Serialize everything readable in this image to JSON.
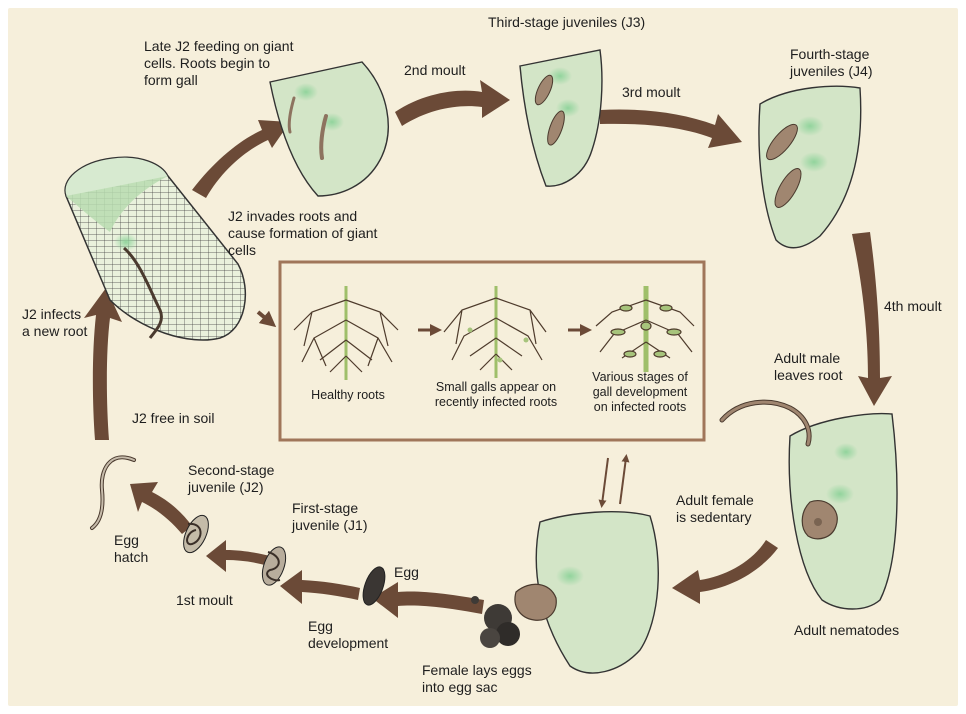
{
  "labels": {
    "late_j2": "Late J2 feeding on giant\ncells. Roots begin to\nform gall",
    "third_stage": "Third-stage juveniles (J3)",
    "second_moult": "2nd moult",
    "third_moult": "3rd moult",
    "fourth_stage": "Fourth-stage\njuveniles (J4)",
    "fourth_moult": "4th moult",
    "j2_invades": "J2 invades roots and\ncause formation of giant\ncells",
    "j2_infects": "J2 infects\na new root",
    "adult_male": "Adult male\nleaves root",
    "adult_female": "Adult female\nis sedentary",
    "adult_nematodes": "Adult nematodes",
    "j2_free": "J2 free in soil",
    "second_stage": "Second-stage\njuvenile (J2)",
    "first_stage": "First-stage\njuvenile (J1)",
    "egg": "Egg",
    "egg_hatch": "Egg\nhatch",
    "first_moult": "1st moult",
    "egg_development": "Egg\ndevelopment",
    "female_lays": "Female lays eggs\ninto egg sac"
  },
  "inset": {
    "healthy": "Healthy roots",
    "small_galls": "Small galls appear on\nrecently infected roots",
    "various": "Various stages of\ngall development\non infected roots"
  },
  "colors": {
    "background": "#f6efdb",
    "arrow": "#6b4a37",
    "root_tissue": "#d3e5c7",
    "nematode": "#a08670",
    "inset_border": "#a0765a",
    "gall_green": "#a7c47c"
  }
}
